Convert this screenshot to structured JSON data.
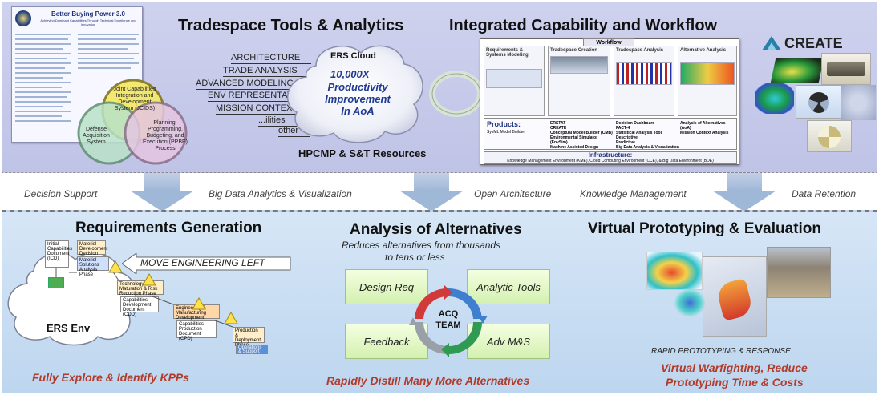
{
  "top": {
    "tradespace_title": "Tradespace Tools & Analytics",
    "integrated_title": "Integrated Capability and Workflow",
    "bbp_doc": {
      "title": "Better Buying Power 3.0",
      "subtitle": "Achieving Dominant Capabilities Through Technical Excellence and Innovation"
    },
    "venn": {
      "jcids": "Joint Capabilities Integration and Development System (JCIDS)",
      "defense": "Defense Acquisition System",
      "ppbe": "Planning, Programming, Budgeting, and Execution (PPBE) Process"
    },
    "inputs": [
      "ARCHITECTURE",
      "TRADE ANALYSIS",
      "ADVANCED MODELING",
      "ENV REPRESENTATION",
      "MISSION CONTEXT",
      "...ilities",
      "other"
    ],
    "cloud": {
      "name": "ERS Cloud",
      "big": "10,000X",
      "line1": "Productivity",
      "line2": "Improvement",
      "line3": "In AoA"
    },
    "hpcmp": "HPCMP & S&T Resources",
    "workflow": {
      "header": "Workflow",
      "columns": [
        "Requirements & Systems Modeling",
        "Tradespace Creation",
        "Tradespace Analysis",
        "Alternative Analysis"
      ],
      "products_label": "Products:",
      "products": [
        [
          "SysML Model Builder"
        ],
        [
          "ERSTAT",
          "CREATE",
          "Conceptual Model Builder (CMB)",
          "Environmental Simulator (EnvSim)",
          "Machine Assisted Design"
        ],
        [
          "Decision Dashboard",
          "FACT-4",
          "Statistical Analysis Tool",
          "Descriptive",
          "Predictive",
          "Big Data Analysis & Visualization"
        ],
        [
          "Analysis of Alternatives (AoA)",
          "Mission Context Analysis"
        ]
      ],
      "infra_label": "Infrastructure:",
      "infra_text": "Knowledge Management Environment (KME), Cloud Computing Environment (CCE), & Big Data Environment (BDE)"
    },
    "create_logo": "CREATE"
  },
  "strip": [
    "Decision Support",
    "Big Data Analytics & Visualization",
    "Open Architecture",
    "Knowledge Management",
    "Data Retention"
  ],
  "bottom": {
    "req": {
      "title": "Requirements Generation",
      "move_left": "MOVE ENGINEERING LEFT",
      "ers_env": "ERS Env",
      "footer": "Fully Explore & Identify KPPs",
      "boxes": [
        "Initial Capabilities Document (ICD)",
        "Materiel Development Decision",
        "Materiel Solutions Analysis Phase",
        "Technology Maturation & Risk Reduction Phase",
        "Capabilities Development Document (CDD)",
        "Engineering & Manufacturing Development Phase",
        "Capabilities Production Document (CPD)",
        "Production & Deployment Phase",
        "Operations & Support"
      ]
    },
    "aoa": {
      "title": "Analysis of Alternatives",
      "sub1": "Reduces alternatives from thousands",
      "sub2": "to tens or less",
      "boxes": [
        "Design Req",
        "Analytic Tools",
        "Feedback",
        "Adv M&S"
      ],
      "center1": "ACQ",
      "center2": "TEAM",
      "footer": "Rapidly Distill Many More Alternatives"
    },
    "vp": {
      "title": "Virtual Prototyping & Evaluation",
      "rapid": "RAPID PROTOTYPING & RESPONSE",
      "footer1": "Virtual Warfighting, Reduce",
      "footer2": "Prototyping Time & Costs"
    }
  },
  "colors": {
    "accent_red": "#b23a2a",
    "top_panel": "#c6c9ea",
    "bottom_panel": "#c9ddf2",
    "cloud_text": "#1f3a93",
    "box_green": "#dff4c4"
  }
}
